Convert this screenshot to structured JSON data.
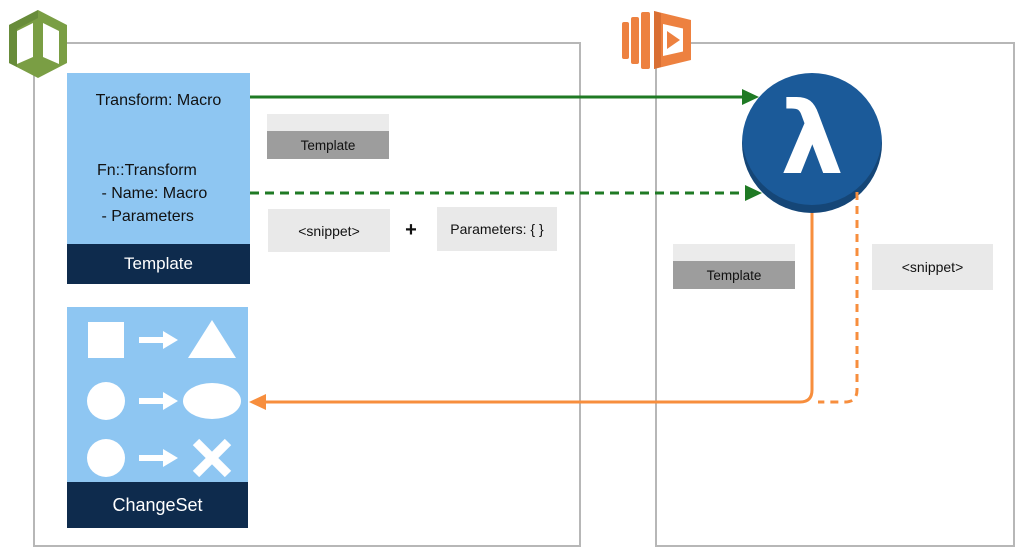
{
  "colors": {
    "light_blue": "#8EC6F2",
    "navy_footer": "#0E2B4D",
    "lambda_circle_blue": "#1B5A99",
    "arrow_green": "#1F7A24",
    "arrow_orange": "#F78E3D",
    "aws_lambda_icon_orange": "#ED8140",
    "cloudformation_icon_green": "#7A9E44",
    "doc_gray_light": "#EBEBEB",
    "doc_gray_dark": "#9D9D9D",
    "panel_border": "#B7B7B7"
  },
  "left_panel": {
    "template_card": {
      "transform_line": "Transform: Macro",
      "code_lines": [
        "Fn::Transform",
        " - Name: Macro",
        " - Parameters"
      ],
      "footer": "Template"
    },
    "template_doc_label": "Template",
    "snippet_doc_label": "<snippet>",
    "plus": "+",
    "parameters_doc_label": "Parameters: { }",
    "changeset_card": {
      "footer": "ChangeSet",
      "rows": [
        {
          "from": "square",
          "to": "triangle"
        },
        {
          "from": "circle",
          "to": "ellipse"
        },
        {
          "from": "circle",
          "to": "cross"
        }
      ]
    }
  },
  "right_panel": {
    "template_doc_label": "Template",
    "snippet_doc_label": "<snippet>",
    "lambda_symbol": "λ"
  },
  "icons": {
    "top_left": "cloudformation-icon",
    "top_right": "lambda-icon"
  }
}
